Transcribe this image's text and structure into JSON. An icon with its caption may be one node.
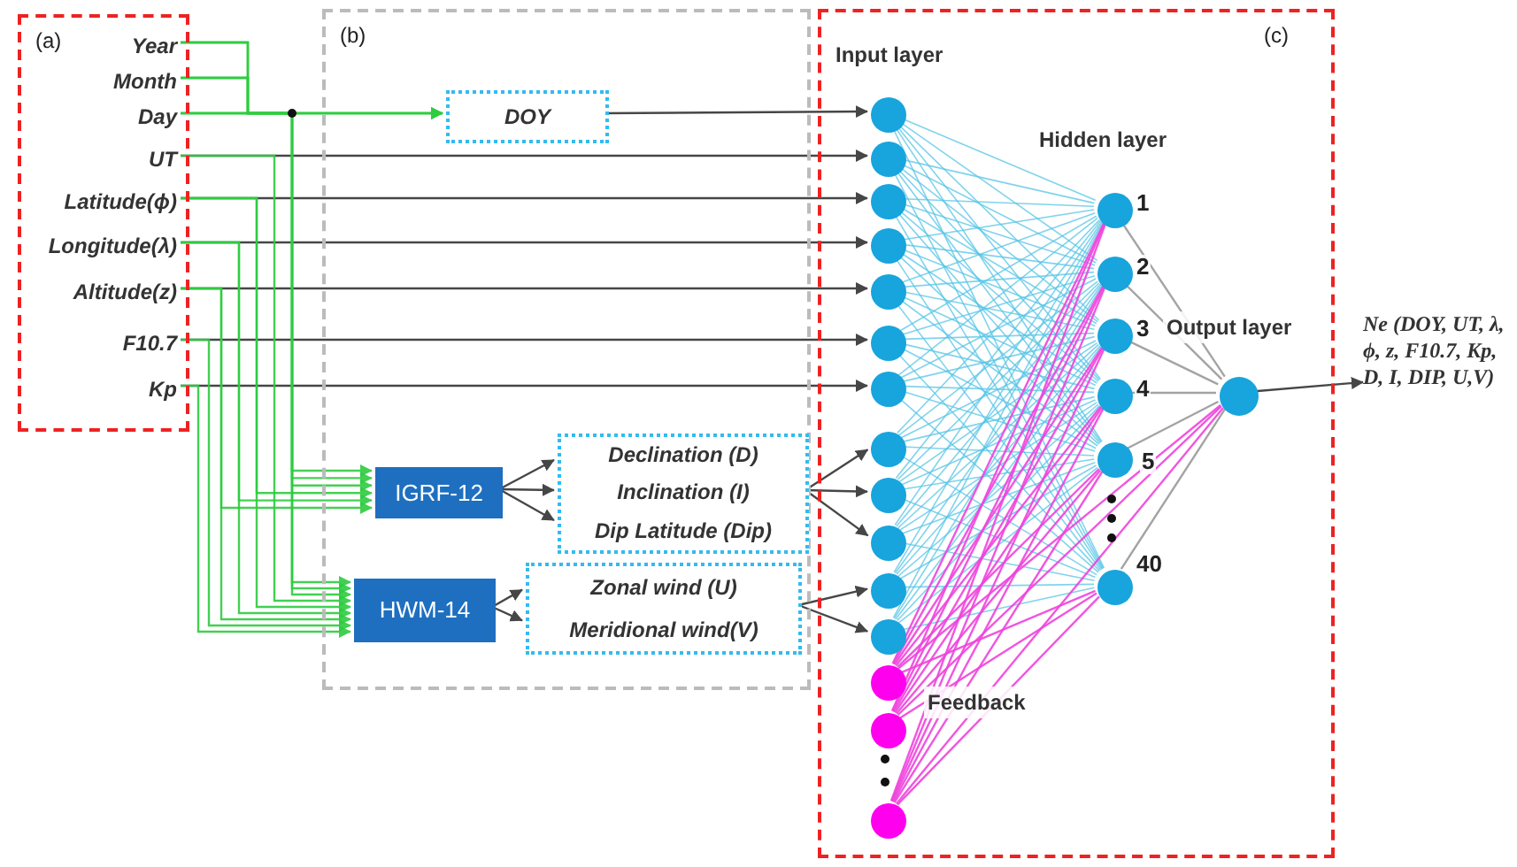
{
  "diagram": {
    "nodes": [
      {
        "text": [
          "(a)"
        ]
      },
      {
        "text": [
          "Year"
        ],
        "in": 0
      },
      {
        "text": [
          "Month"
        ],
        "in": 0
      },
      {
        "text": [
          "Day"
        ],
        "in": 0
      },
      {
        "text": [
          "UT"
        ],
        "in": 0
      },
      {
        "text": [
          "Latitude(ϕ)"
        ],
        "in": 0
      },
      {
        "text": [
          "Longitude(λ)"
        ],
        "in": 0
      },
      {
        "text": [
          "Altitude(z)"
        ],
        "in": 0
      },
      {
        "text": [
          "F10.7"
        ],
        "in": 0
      },
      {
        "text": [
          "Kp"
        ],
        "in": 0
      },
      {
        "text": [
          "(b)"
        ]
      },
      {
        "text": [
          "DOY"
        ],
        "in": 10
      },
      {
        "text": [
          "IGRF-12"
        ],
        "in": 10
      },
      {
        "text": [
          "Declination (D)",
          "Inclination (I)",
          "Dip Latitude (Dip)"
        ],
        "in": 10
      },
      {
        "text": [
          "HWM-14"
        ],
        "in": 10
      },
      {
        "text": [
          "Zonal wind (U)",
          "Meridional wind(V)"
        ],
        "in": 10
      },
      {
        "text": [
          "(c)"
        ]
      },
      {
        "text": [],
        "shape": "circle",
        "in": 16
      },
      {
        "text": [],
        "shape": "circle",
        "in": 16
      },
      {
        "text": [],
        "shape": "circle",
        "in": 16
      },
      {
        "text": [],
        "shape": "circle",
        "in": 16
      },
      {
        "text": [],
        "shape": "circle",
        "in": 16
      },
      {
        "text": [],
        "shape": "circle",
        "in": 16
      },
      {
        "text": [],
        "shape": "circle",
        "in": 16
      },
      {
        "text": [],
        "shape": "circle",
        "in": 16
      },
      {
        "text": [],
        "shape": "circle",
        "in": 16
      },
      {
        "text": [],
        "shape": "circle",
        "in": 16
      },
      {
        "text": [],
        "shape": "circle",
        "in": 16
      },
      {
        "text": [],
        "shape": "circle",
        "in": 16
      },
      {
        "text": [],
        "shape": "circle",
        "in": 16
      },
      {
        "text": [],
        "shape": "circle",
        "in": 16
      },
      {
        "text": [],
        "shape": "circle",
        "in": 16
      },
      {
        "text": [],
        "shape": "circle",
        "in": 16,
        "beside": [
          "1"
        ]
      },
      {
        "text": [],
        "shape": "circle",
        "in": 16,
        "beside": [
          "2"
        ]
      },
      {
        "text": [],
        "shape": "circle",
        "in": 16,
        "beside": [
          "3"
        ]
      },
      {
        "text": [],
        "shape": "circle",
        "in": 16,
        "beside": [
          "4"
        ]
      },
      {
        "text": [],
        "shape": "circle",
        "in": 16,
        "beside": [
          "5"
        ]
      },
      {
        "text": [],
        "shape": "circle",
        "in": 16,
        "beside": [
          "40"
        ]
      },
      {
        "text": [],
        "shape": "circle",
        "in": 16
      },
      {
        "text": [
          "Ne (DOY, UT, λ, ϕ, z, F10.7, Kp, D, I, DIP, U,V)"
        ]
      }
    ],
    "edges": [
      {
        "from": 1,
        "to": 11,
        "arrow": "to",
        "color": "#2ecc40"
      },
      {
        "from": 2,
        "to": 11,
        "arrow": "to",
        "color": "#2ecc40"
      },
      {
        "from": 3,
        "to": 11,
        "arrow": "to",
        "color": "#2ecc40"
      },
      {
        "from": 11,
        "to": 17,
        "arrow": "to",
        "color": "#333333"
      },
      {
        "from": 4,
        "to": 18,
        "arrow": "to",
        "color": "#333333"
      },
      {
        "from": 5,
        "to": 19,
        "arrow": "to",
        "color": "#333333"
      },
      {
        "from": 6,
        "to": 20,
        "arrow": "to",
        "color": "#333333"
      },
      {
        "from": 7,
        "to": 21,
        "arrow": "to",
        "color": "#333333"
      },
      {
        "from": 8,
        "to": 22,
        "arrow": "to",
        "color": "#333333"
      },
      {
        "from": 9,
        "to": 23,
        "arrow": "to",
        "color": "#333333"
      },
      {
        "from": 1,
        "to": 12,
        "arrow": "to",
        "color": "#2ecc40"
      },
      {
        "from": 2,
        "to": 12,
        "arrow": "to",
        "color": "#2ecc40"
      },
      {
        "from": 3,
        "to": 12,
        "arrow": "to",
        "color": "#2ecc40"
      },
      {
        "from": 5,
        "to": 12,
        "arrow": "to",
        "color": "#2ecc40"
      },
      {
        "from": 6,
        "to": 12,
        "arrow": "to",
        "color": "#2ecc40"
      },
      {
        "from": 7,
        "to": 12,
        "arrow": "to",
        "color": "#2ecc40"
      },
      {
        "from": 1,
        "to": 14,
        "arrow": "to",
        "color": "#2ecc40"
      },
      {
        "from": 2,
        "to": 14,
        "arrow": "to",
        "color": "#2ecc40"
      },
      {
        "from": 3,
        "to": 14,
        "arrow": "to",
        "color": "#2ecc40"
      },
      {
        "from": 4,
        "to": 14,
        "arrow": "to",
        "color": "#2ecc40"
      },
      {
        "from": 5,
        "to": 14,
        "arrow": "to",
        "color": "#2ecc40"
      },
      {
        "from": 6,
        "to": 14,
        "arrow": "to",
        "color": "#2ecc40"
      },
      {
        "from": 7,
        "to": 14,
        "arrow": "to",
        "color": "#2ecc40"
      },
      {
        "from": 8,
        "to": 14,
        "arrow": "to",
        "color": "#2ecc40"
      },
      {
        "from": 9,
        "to": 14,
        "arrow": "to",
        "color": "#2ecc40"
      },
      {
        "from": 12,
        "to": 13,
        "arrow": "to",
        "color": "#333333"
      },
      {
        "from": 12,
        "to": 13,
        "arrow": "to",
        "color": "#333333"
      },
      {
        "from": 12,
        "to": 13,
        "arrow": "to",
        "color": "#333333"
      },
      {
        "from": 13,
        "to": 24,
        "arrow": "to",
        "color": "#333333"
      },
      {
        "from": 13,
        "to": 25,
        "arrow": "to",
        "color": "#333333"
      },
      {
        "from": 13,
        "to": 26,
        "arrow": "to",
        "color": "#333333"
      },
      {
        "from": 14,
        "to": 15,
        "arrow": "to",
        "color": "#333333"
      },
      {
        "from": 14,
        "to": 15,
        "arrow": "to",
        "color": "#333333"
      },
      {
        "from": 15,
        "to": 27,
        "arrow": "to",
        "color": "#333333"
      },
      {
        "from": 15,
        "to": 28,
        "arrow": "to",
        "color": "#333333"
      },
      {
        "from": 17,
        "to": 32,
        "arrow": "none"
      },
      {
        "from": 17,
        "to": 33,
        "arrow": "none"
      },
      {
        "from": 17,
        "to": 34,
        "arrow": "none"
      },
      {
        "from": 17,
        "to": 35,
        "arrow": "none"
      },
      {
        "from": 17,
        "to": 36,
        "arrow": "none"
      },
      {
        "from": 17,
        "to": 37,
        "arrow": "none"
      },
      {
        "from": 18,
        "to": 32,
        "arrow": "none"
      },
      {
        "from": 18,
        "to": 33,
        "arrow": "none"
      },
      {
        "from": 18,
        "to": 34,
        "arrow": "none"
      },
      {
        "from": 18,
        "to": 35,
        "arrow": "none"
      },
      {
        "from": 18,
        "to": 36,
        "arrow": "none"
      },
      {
        "from": 18,
        "to": 37,
        "arrow": "none"
      },
      {
        "from": 19,
        "to": 32,
        "arrow": "none"
      },
      {
        "from": 19,
        "to": 33,
        "arrow": "none"
      },
      {
        "from": 19,
        "to": 34,
        "arrow": "none"
      },
      {
        "from": 19,
        "to": 35,
        "arrow": "none"
      },
      {
        "from": 19,
        "to": 36,
        "arrow": "none"
      },
      {
        "from": 19,
        "to": 37,
        "arrow": "none"
      },
      {
        "from": 20,
        "to": 32,
        "arrow": "none"
      },
      {
        "from": 20,
        "to": 33,
        "arrow": "none"
      },
      {
        "from": 20,
        "to": 34,
        "arrow": "none"
      },
      {
        "from": 20,
        "to": 35,
        "arrow": "none"
      },
      {
        "from": 20,
        "to": 36,
        "arrow": "none"
      },
      {
        "from": 20,
        "to": 37,
        "arrow": "none"
      },
      {
        "from": 21,
        "to": 32,
        "arrow": "none"
      },
      {
        "from": 21,
        "to": 33,
        "arrow": "none"
      },
      {
        "from": 21,
        "to": 34,
        "arrow": "none"
      },
      {
        "from": 21,
        "to": 35,
        "arrow": "none"
      },
      {
        "from": 21,
        "to": 36,
        "arrow": "none"
      },
      {
        "from": 21,
        "to": 37,
        "arrow": "none"
      },
      {
        "from": 22,
        "to": 32,
        "arrow": "none"
      },
      {
        "from": 22,
        "to": 33,
        "arrow": "none"
      },
      {
        "from": 22,
        "to": 34,
        "arrow": "none"
      },
      {
        "from": 22,
        "to": 35,
        "arrow": "none"
      },
      {
        "from": 22,
        "to": 36,
        "arrow": "none"
      },
      {
        "from": 22,
        "to": 37,
        "arrow": "none"
      },
      {
        "from": 23,
        "to": 32,
        "arrow": "none"
      },
      {
        "from": 23,
        "to": 33,
        "arrow": "none"
      },
      {
        "from": 23,
        "to": 34,
        "arrow": "none"
      },
      {
        "from": 23,
        "to": 35,
        "arrow": "none"
      },
      {
        "from": 23,
        "to": 36,
        "arrow": "none"
      },
      {
        "from": 23,
        "to": 37,
        "arrow": "none"
      },
      {
        "from": 24,
        "to": 32,
        "arrow": "none"
      },
      {
        "from": 24,
        "to": 33,
        "arrow": "none"
      },
      {
        "from": 24,
        "to": 34,
        "arrow": "none"
      },
      {
        "from": 24,
        "to": 35,
        "arrow": "none"
      },
      {
        "from": 24,
        "to": 36,
        "arrow": "none"
      },
      {
        "from": 24,
        "to": 37,
        "arrow": "none"
      },
      {
        "from": 25,
        "to": 32,
        "arrow": "none"
      },
      {
        "from": 25,
        "to": 33,
        "arrow": "none"
      },
      {
        "from": 25,
        "to": 34,
        "arrow": "none"
      },
      {
        "from": 25,
        "to": 35,
        "arrow": "none"
      },
      {
        "from": 25,
        "to": 36,
        "arrow": "none"
      },
      {
        "from": 25,
        "to": 37,
        "arrow": "none"
      },
      {
        "from": 26,
        "to": 32,
        "arrow": "none"
      },
      {
        "from": 26,
        "to": 33,
        "arrow": "none"
      },
      {
        "from": 26,
        "to": 34,
        "arrow": "none"
      },
      {
        "from": 26,
        "to": 35,
        "arrow": "none"
      },
      {
        "from": 26,
        "to": 36,
        "arrow": "none"
      },
      {
        "from": 26,
        "to": 37,
        "arrow": "none"
      },
      {
        "from": 27,
        "to": 32,
        "arrow": "none"
      },
      {
        "from": 27,
        "to": 33,
        "arrow": "none"
      },
      {
        "from": 27,
        "to": 34,
        "arrow": "none"
      },
      {
        "from": 27,
        "to": 35,
        "arrow": "none"
      },
      {
        "from": 27,
        "to": 36,
        "arrow": "none"
      },
      {
        "from": 27,
        "to": 37,
        "arrow": "none"
      },
      {
        "from": 28,
        "to": 32,
        "arrow": "none"
      },
      {
        "from": 28,
        "to": 33,
        "arrow": "none"
      },
      {
        "from": 28,
        "to": 34,
        "arrow": "none"
      },
      {
        "from": 28,
        "to": 35,
        "arrow": "none"
      },
      {
        "from": 28,
        "to": 36,
        "arrow": "none"
      },
      {
        "from": 28,
        "to": 37,
        "arrow": "none"
      },
      {
        "from": 29,
        "to": 32,
        "arrow": "none",
        "color": "#ee44dd"
      },
      {
        "from": 29,
        "to": 33,
        "arrow": "none",
        "color": "#ee44dd"
      },
      {
        "from": 29,
        "to": 34,
        "arrow": "none",
        "color": "#ee44dd"
      },
      {
        "from": 29,
        "to": 35,
        "arrow": "none",
        "color": "#ee44dd"
      },
      {
        "from": 29,
        "to": 36,
        "arrow": "none",
        "color": "#ee44dd"
      },
      {
        "from": 29,
        "to": 37,
        "arrow": "none",
        "color": "#ee44dd"
      },
      {
        "from": 30,
        "to": 32,
        "arrow": "none",
        "color": "#ee44dd"
      },
      {
        "from": 30,
        "to": 33,
        "arrow": "none",
        "color": "#ee44dd"
      },
      {
        "from": 30,
        "to": 34,
        "arrow": "none",
        "color": "#ee44dd"
      },
      {
        "from": 30,
        "to": 35,
        "arrow": "none",
        "color": "#ee44dd"
      },
      {
        "from": 30,
        "to": 36,
        "arrow": "none",
        "color": "#ee44dd"
      },
      {
        "from": 30,
        "to": 37,
        "arrow": "none",
        "color": "#ee44dd"
      },
      {
        "from": 31,
        "to": 32,
        "arrow": "none",
        "color": "#ee44dd"
      },
      {
        "from": 31,
        "to": 33,
        "arrow": "none",
        "color": "#ee44dd"
      },
      {
        "from": 31,
        "to": 34,
        "arrow": "none",
        "color": "#ee44dd"
      },
      {
        "from": 31,
        "to": 35,
        "arrow": "none",
        "color": "#ee44dd"
      },
      {
        "from": 31,
        "to": 36,
        "arrow": "none",
        "color": "#ee44dd"
      },
      {
        "from": 31,
        "to": 37,
        "arrow": "none",
        "color": "#ee44dd"
      },
      {
        "from": 32,
        "to": 38,
        "arrow": "none",
        "color": "#999999"
      },
      {
        "from": 33,
        "to": 38,
        "arrow": "none",
        "color": "#999999"
      },
      {
        "from": 34,
        "to": 38,
        "arrow": "none",
        "color": "#999999"
      },
      {
        "from": 35,
        "to": 38,
        "arrow": "none",
        "color": "#999999"
      },
      {
        "from": 36,
        "to": 38,
        "arrow": "none",
        "color": "#999999"
      },
      {
        "from": 37,
        "to": 38,
        "arrow": "none",
        "color": "#999999"
      },
      {
        "from": 29,
        "to": 38,
        "arrow": "none",
        "color": "#ee44dd"
      },
      {
        "from": 30,
        "to": 38,
        "arrow": "none",
        "color": "#ee44dd"
      },
      {
        "from": 31,
        "to": 38,
        "arrow": "none",
        "color": "#ee44dd"
      },
      {
        "from": 38,
        "to": 39,
        "arrow": "to",
        "color": "#333333"
      }
    ],
    "labels": [
      "Input layer",
      "Hidden layer",
      "Output layer",
      "Feedback"
    ]
  }
}
